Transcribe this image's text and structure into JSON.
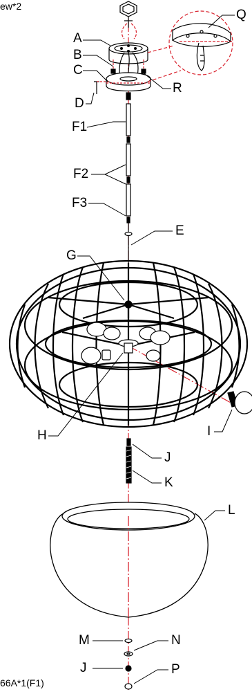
{
  "notes": {
    "top_left": "ew*2",
    "bottom_left": "66A*1(F1)"
  },
  "labels": {
    "A": "A",
    "B": "B",
    "C": "C",
    "D": "D",
    "Q": "Q",
    "R": "R",
    "F1": "F1",
    "F2": "F2",
    "F3": "F3",
    "E": "E",
    "G": "G",
    "H": "H",
    "I": "I",
    "J_upper": "J",
    "K": "K",
    "L": "L",
    "M": "M",
    "N": "N",
    "J_lower": "J",
    "P": "P"
  },
  "colors": {
    "line": "#000000",
    "centerline": "#d9232e"
  }
}
